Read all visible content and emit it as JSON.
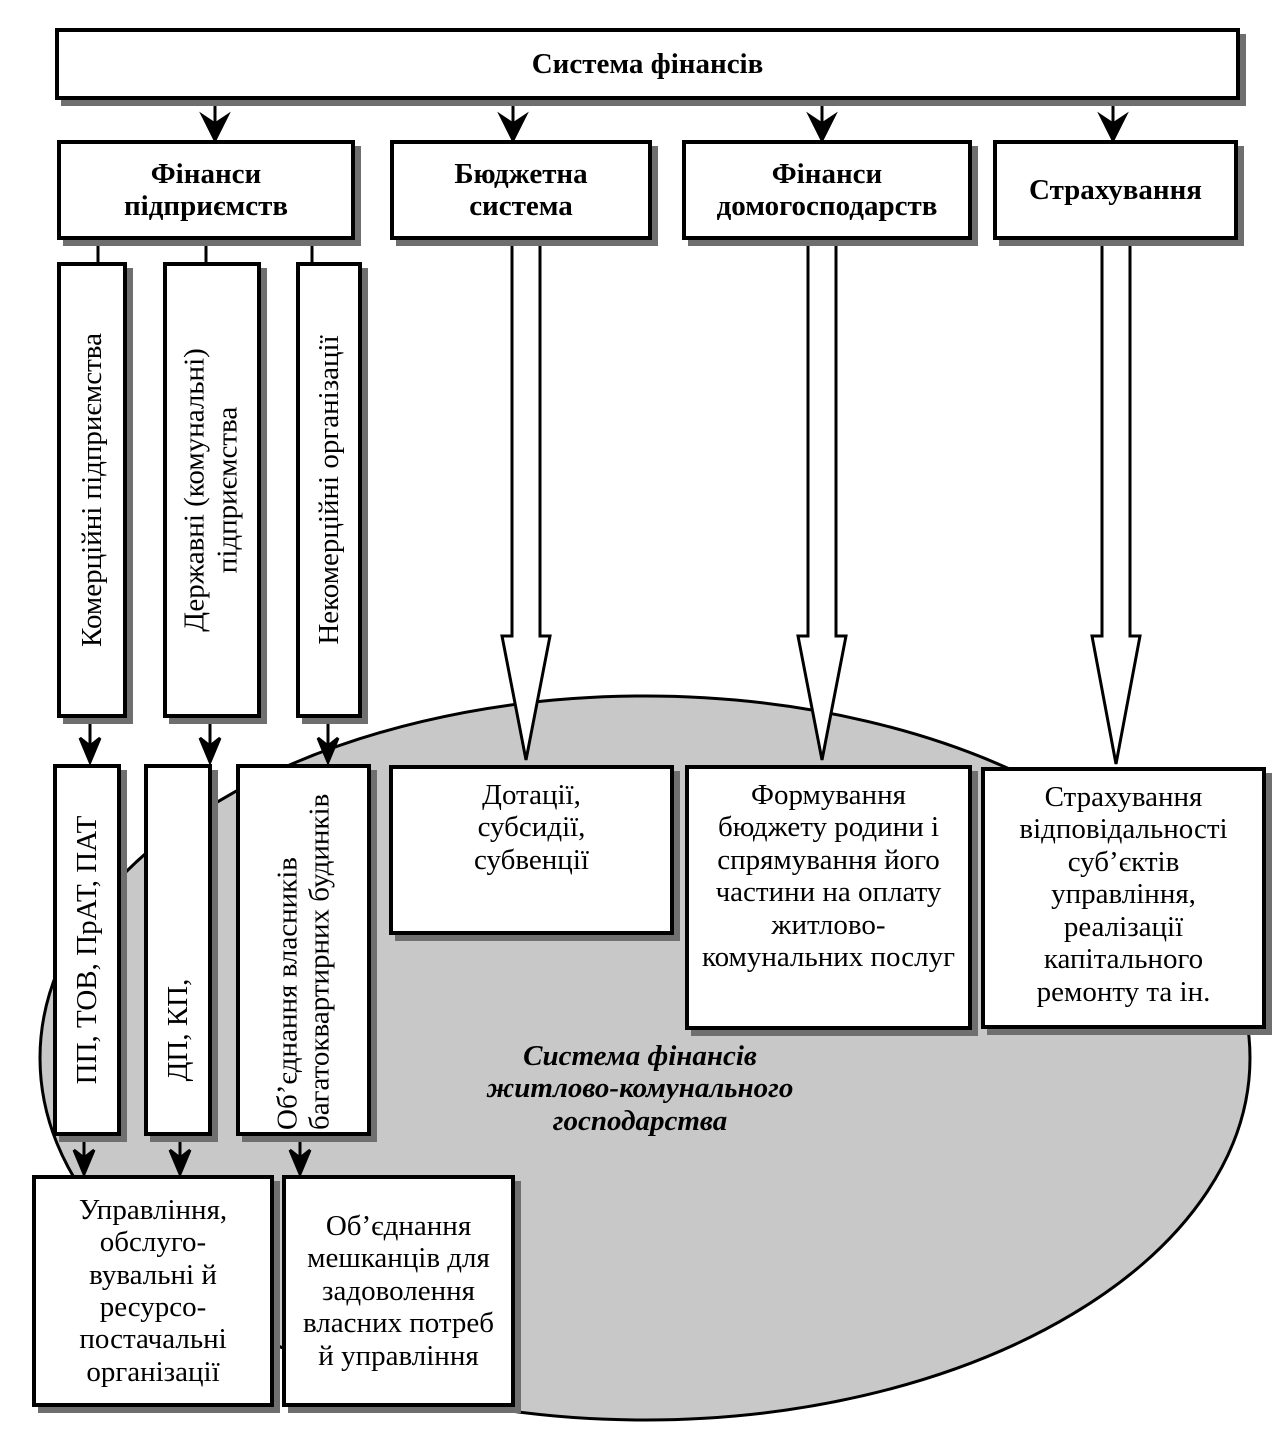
{
  "root": {
    "label": "Система фінансів"
  },
  "level1": [
    {
      "id": "enterprise",
      "label": "Фінанси підприємств"
    },
    {
      "id": "budget",
      "label": "Бюджетна система"
    },
    {
      "id": "household",
      "label": "Фінанси домогосподарств"
    },
    {
      "id": "insurance",
      "label": "Страхування"
    }
  ],
  "enterprise_types": [
    {
      "label": "Комерційні підприємства"
    },
    {
      "label": "Державні (комунальні) підприємства"
    },
    {
      "label": "Некомерційні організації"
    }
  ],
  "enterprise_forms": [
    {
      "label": "ПП, ТОВ, ПрАТ, ПАТ"
    },
    {
      "label": "ДП, КП,"
    },
    {
      "label": "Об’єднання власників багатоквартирних будинків"
    }
  ],
  "outcomes": [
    {
      "id": "budget_out",
      "label": "Дотації, субсидії, субвенції"
    },
    {
      "id": "household_out",
      "label": "Формування бюджету родини і спрямування його частини на оплату житлово-комунальних послуг"
    },
    {
      "id": "insurance_out",
      "label": "Страхування відповідальності суб’єктів управління, реалізації капітального ремонту та ін."
    }
  ],
  "bottom": [
    {
      "label": "Управління, обслуго-вувальні й ресурсо-постачальні організації"
    },
    {
      "label": "Об’єднання мешканців для задоволення власних потреб й управління"
    }
  ],
  "ellipse_label": "Система фінансів житлово-комунального господарства",
  "colors": {
    "ellipse_fill": "#c8c8c8",
    "stroke": "#000000",
    "shadow": "#6f6f6f"
  }
}
